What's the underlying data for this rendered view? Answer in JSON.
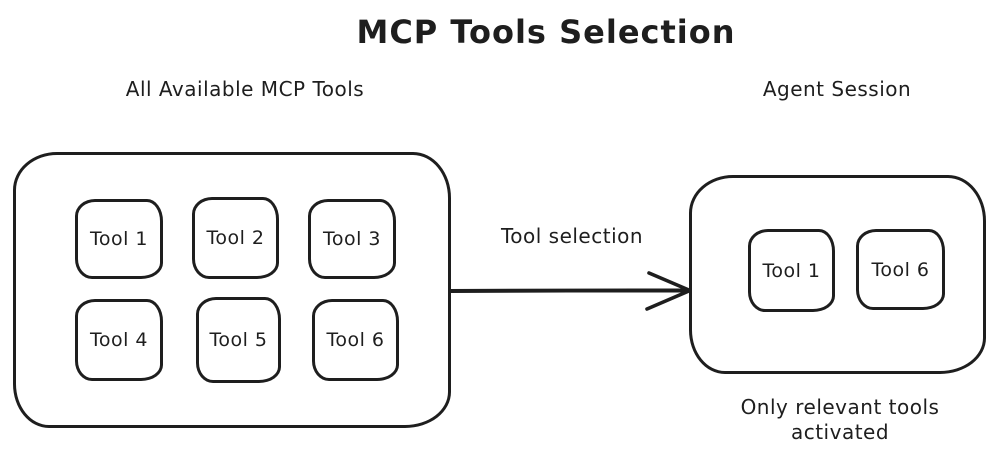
{
  "title": "MCP Tools Selection",
  "colors": {
    "stroke": "#1e1e1e",
    "background": "#ffffff"
  },
  "left_panel": {
    "label": "All Available MCP Tools",
    "tools": [
      "Tool 1",
      "Tool 2",
      "Tool 3",
      "Tool 4",
      "Tool 5",
      "Tool 6"
    ]
  },
  "arrow": {
    "label": "Tool selection"
  },
  "right_panel": {
    "label": "Agent Session",
    "tools": [
      "Tool 1",
      "Tool 6"
    ],
    "caption": [
      "Only relevant tools",
      "activated"
    ]
  }
}
